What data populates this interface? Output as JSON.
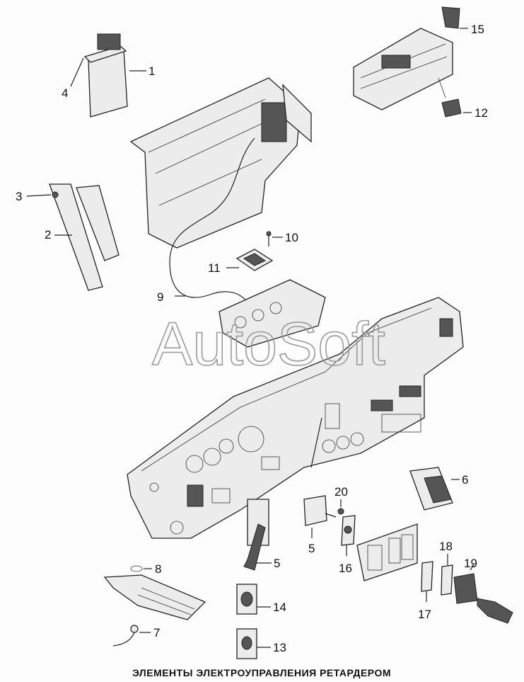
{
  "caption": "ЭЛЕМЕНТЫ ЭЛЕКТРОУПРАВЛЕНИЯ РЕТАРДЕРОМ",
  "watermark": "AutoSoft",
  "callouts": {
    "c1": "1",
    "c2": "2",
    "c3": "3",
    "c4": "4",
    "c5a": "5",
    "c5b": "5",
    "c6": "6",
    "c7": "7",
    "c8": "8",
    "c9": "9",
    "c10": "10",
    "c11": "11",
    "c12": "12",
    "c13": "13",
    "c14": "14",
    "c15": "15",
    "c16": "16",
    "c17": "17",
    "c18": "18",
    "c19": "19",
    "c20": "20"
  }
}
